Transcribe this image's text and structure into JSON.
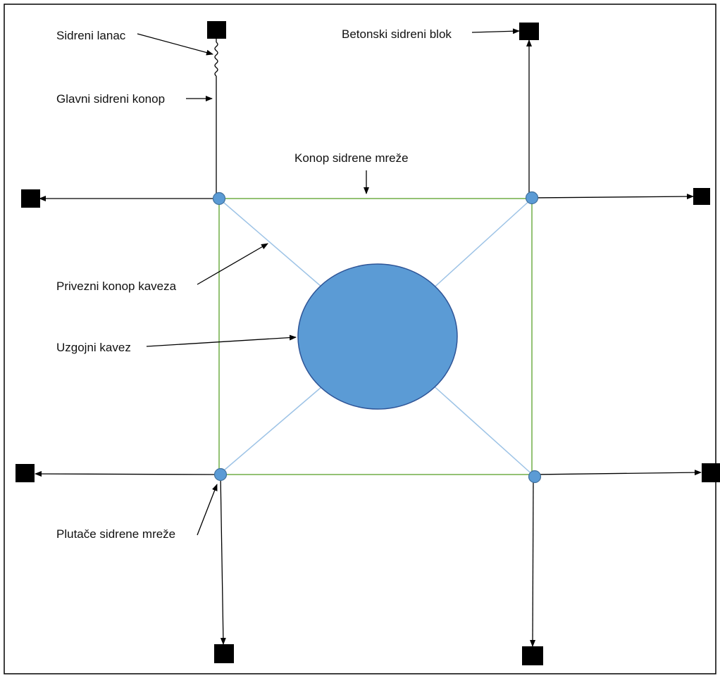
{
  "labels": {
    "sidreni_lanac": "Sidreni lanac",
    "betonski_sidreni_blok": "Betonski sidreni blok",
    "glavni_sidreni_konop": "Glavni sidreni konop",
    "konop_sidrene_mreze": "Konop sidrene mreže",
    "privezni_konop_kaveza": "Privezni konop kaveza",
    "uzgojni_kavez": "Uzgojni kavez",
    "plutace_sidrene_mreze": "Plutače sidrene mreže"
  },
  "colors": {
    "grid_rope": "#70ad47",
    "mooring_line": "#9dc3e6",
    "buoy_fill": "#5b9bd5",
    "buoy_stroke": "#41719c",
    "cage_fill": "#5b9bd5",
    "cage_stroke": "#2f5597",
    "anchor": "#000000",
    "line": "#000000"
  }
}
